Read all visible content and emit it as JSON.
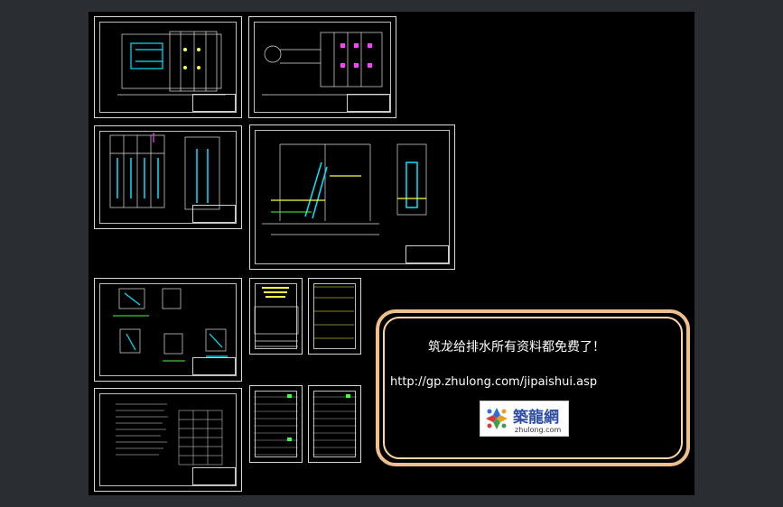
{
  "notice": {
    "message": "筑龙给排水所有资料都免费了！",
    "url": "http://gp.zhulong.com/jipaishui.asp"
  },
  "logo": {
    "brand_cn": "築龍網",
    "brand_en": "zhulong.com",
    "icon": "zhulong-logo-icon"
  },
  "colors": {
    "canvas": "#000000",
    "frame": "#d9d9d9",
    "notice_border": "#f0c08c",
    "cyan": "#00e5ff",
    "magenta": "#ff40ff",
    "yellow": "#ffff40",
    "green": "#40ff40"
  }
}
